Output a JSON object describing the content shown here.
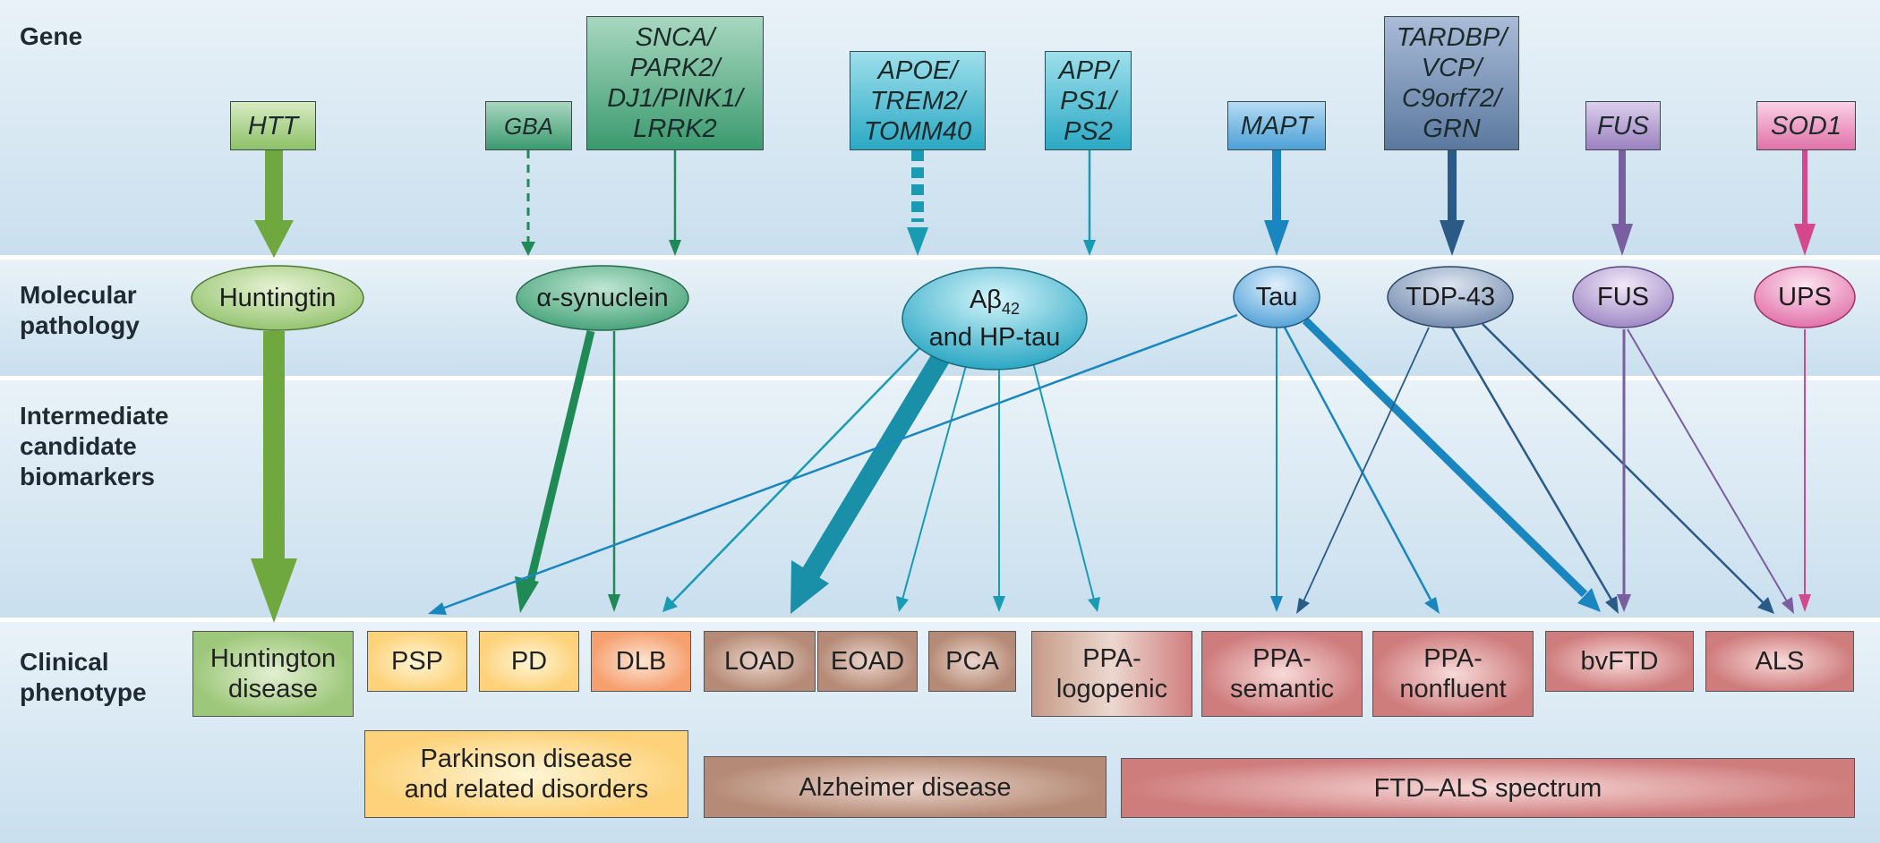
{
  "row_labels": {
    "gene": "Gene",
    "molecular": "Molecular\npathology",
    "intermediate": "Intermediate\ncandidate\nbiomarkers",
    "clinical": "Clinical\nphenotype"
  },
  "genes": {
    "htt": "HTT",
    "gba": "GBA",
    "snca": "SNCA/\nPARK2/\nDJ1/PINK1/\nLRRK2",
    "apoe": "APOE/\nTREM2/\nTOMM40",
    "app": "APP/\nPS1/\nPS2",
    "mapt": "MAPT",
    "tardbp": "TARDBP/\nVCP/\nC9orf72/\nGRN",
    "fus": "FUS",
    "sod1": "SOD1"
  },
  "molecular": {
    "huntingtin": "Huntingtin",
    "synuclein": "α-synuclein",
    "abeta_main": "Aβ",
    "abeta_sub": "42",
    "abeta_line2": "and HP-tau",
    "tau": "Tau",
    "tdp43": "TDP-43",
    "fus": "FUS",
    "ups": "UPS"
  },
  "phenotypes": {
    "huntington": "Huntington\ndisease",
    "psp": "PSP",
    "pd": "PD",
    "dlb": "DLB",
    "load": "LOAD",
    "eoad": "EOAD",
    "pca": "PCA",
    "ppa_logopenic": "PPA-\nlogopenic",
    "ppa_semantic": "PPA-\nsemantic",
    "ppa_nonfluent": "PPA-\nnonfluent",
    "bvftd": "bvFTD",
    "als": "ALS"
  },
  "groups": {
    "parkinson": "Parkinson disease\nand related disorders",
    "alzheimer": "Alzheimer disease",
    "ftd_als": "FTD–ALS spectrum"
  },
  "colors": {
    "green": "#6fa83e",
    "dark_green": "#1f8a55",
    "teal": "#1a9bb4",
    "blue": "#1a86c0",
    "navy": "#2a5a86",
    "purple": "#7a5fa0",
    "pink": "#d4488f"
  }
}
